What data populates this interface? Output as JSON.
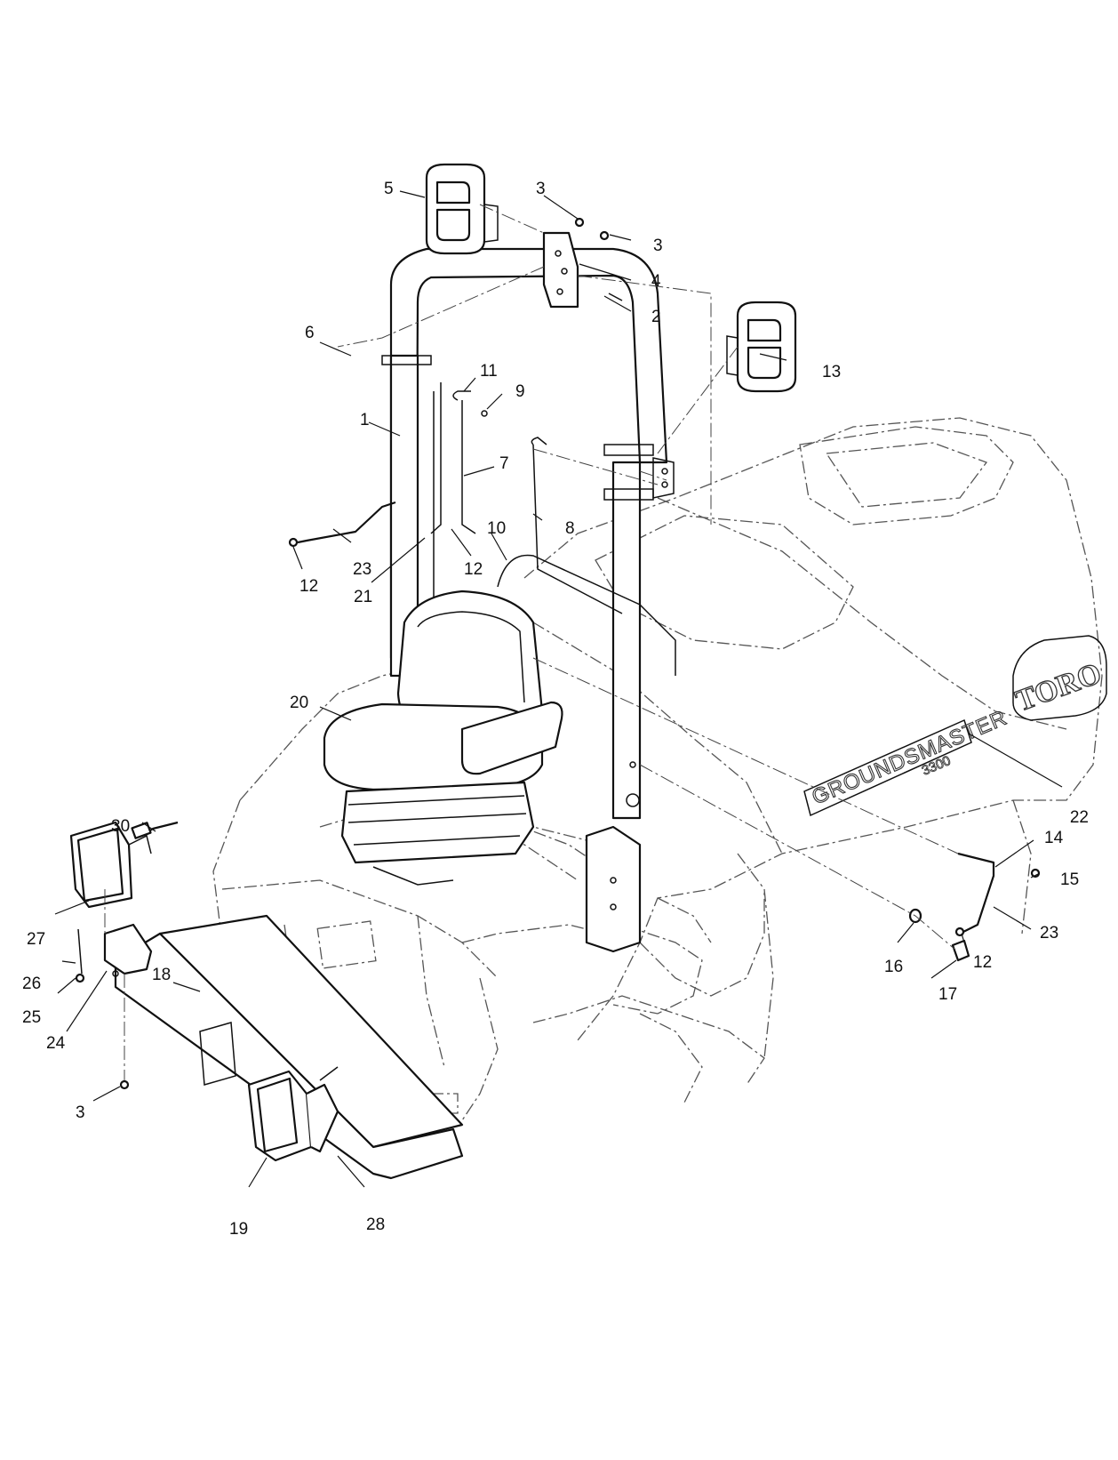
{
  "diagram": {
    "brand_text": "TORO",
    "model_text": "GROUNDSMASTER",
    "model_number": "3300",
    "callouts": [
      {
        "id": "c1",
        "label": "1"
      },
      {
        "id": "c2",
        "label": "2"
      },
      {
        "id": "c3a",
        "label": "3"
      },
      {
        "id": "c3b",
        "label": "3"
      },
      {
        "id": "c3c",
        "label": "3"
      },
      {
        "id": "c4",
        "label": "4"
      },
      {
        "id": "c5",
        "label": "5"
      },
      {
        "id": "c6",
        "label": "6"
      },
      {
        "id": "c7",
        "label": "7"
      },
      {
        "id": "c8",
        "label": "8"
      },
      {
        "id": "c9",
        "label": "9"
      },
      {
        "id": "c10",
        "label": "10"
      },
      {
        "id": "c11",
        "label": "11"
      },
      {
        "id": "c12a",
        "label": "12"
      },
      {
        "id": "c12b",
        "label": "12"
      },
      {
        "id": "c12c",
        "label": "12"
      },
      {
        "id": "c13",
        "label": "13"
      },
      {
        "id": "c14",
        "label": "14"
      },
      {
        "id": "c15",
        "label": "15"
      },
      {
        "id": "c16",
        "label": "16"
      },
      {
        "id": "c17",
        "label": "17"
      },
      {
        "id": "c18",
        "label": "18"
      },
      {
        "id": "c19",
        "label": "19"
      },
      {
        "id": "c20",
        "label": "20"
      },
      {
        "id": "c21",
        "label": "21"
      },
      {
        "id": "c22",
        "label": "22"
      },
      {
        "id": "c23a",
        "label": "23"
      },
      {
        "id": "c23b",
        "label": "23"
      },
      {
        "id": "c24",
        "label": "24"
      },
      {
        "id": "c25",
        "label": "25"
      },
      {
        "id": "c26",
        "label": "26"
      },
      {
        "id": "c27",
        "label": "27"
      },
      {
        "id": "c28",
        "label": "28"
      },
      {
        "id": "c30",
        "label": "30"
      }
    ]
  }
}
